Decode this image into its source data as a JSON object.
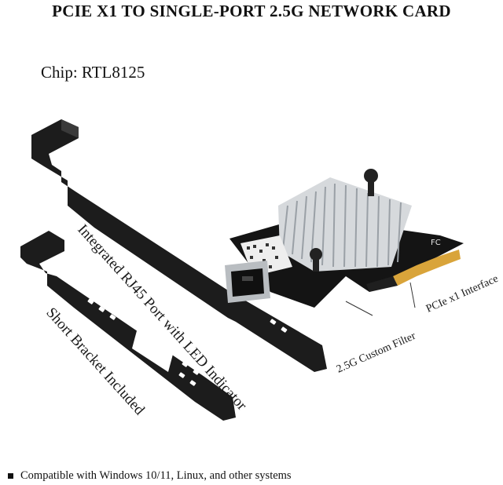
{
  "title": "PCIE X1 TO SINGLE-PORT 2.5G NETWORK CARD",
  "chip_label": "Chip: RTL8125",
  "callouts": {
    "rj45": "Integrated RJ45 Port with LED Indicator",
    "short_bracket": "Short Bracket Included",
    "filter": "2.5G Custom Filter",
    "pcie": "PCIe x1 Interface"
  },
  "footer": {
    "text": "Compatible with Windows 10/11, Linux, and other systems"
  },
  "colors": {
    "bracket": "#1c1c1c",
    "pcb": "#141414",
    "heatsink": "#d6d9dc",
    "gold_fingers": "#d9a43a"
  },
  "icons": [
    "bullet-square-icon"
  ]
}
